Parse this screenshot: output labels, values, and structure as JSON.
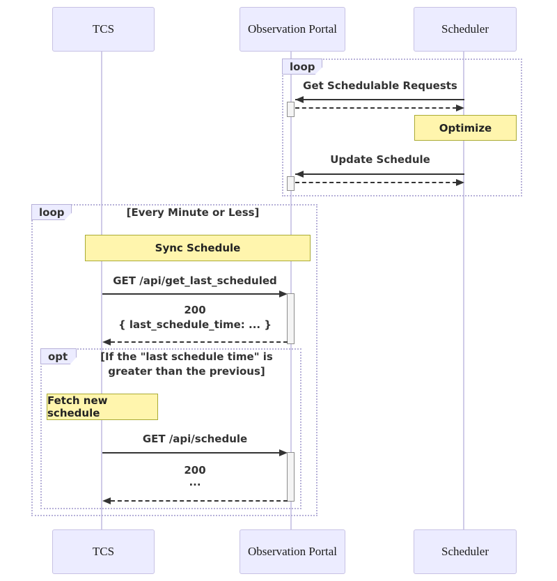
{
  "diagram": {
    "type": "sequence",
    "actors": {
      "tcs": "TCS",
      "portal": "Observation Portal",
      "scheduler": "Scheduler"
    },
    "frames": {
      "scheduler_loop_label": "loop",
      "tcs_loop_label": "loop",
      "tcs_loop_guard": "[Every Minute or Less]",
      "opt_label": "opt",
      "opt_guard_line1": "[If the \"last schedule time\" is",
      "opt_guard_line2": "greater than the previous]"
    },
    "notes": {
      "optimize": "Optimize",
      "sync_schedule": "Sync Schedule",
      "fetch_new_schedule": "Fetch new schedule"
    },
    "messages": {
      "get_schedulable_requests": "Get Schedulable Requests",
      "update_schedule": "Update Schedule",
      "get_last_scheduled": "GET /api/get_last_scheduled",
      "get_last_scheduled_response_code": "200",
      "get_last_scheduled_response_body": "{ last_schedule_time: ... }",
      "get_schedule": "GET /api/schedule",
      "get_schedule_response_code": "200",
      "get_schedule_response_body": "..."
    },
    "colors": {
      "actor_fill": "#ECECFF",
      "actor_border": "#C7C2E4",
      "note_fill": "#FFF5AD",
      "note_border": "#AAAA33",
      "lifeline": "#CFCBE8",
      "frame_border": "#B6B0D8",
      "activation_fill": "#F4F4F4",
      "activation_border": "#8C8C8C",
      "arrow_and_text": "#333333"
    }
  }
}
